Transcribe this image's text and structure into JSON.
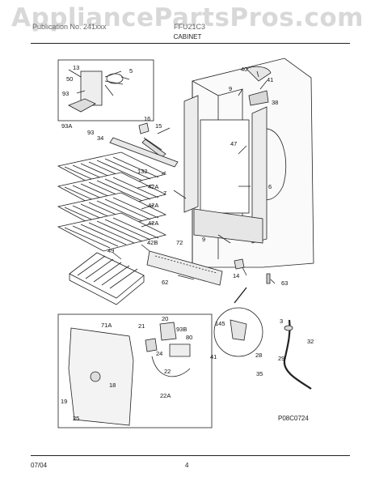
{
  "watermark": "AppliancePartsPros.com",
  "header": {
    "left": "Publication No. 241xxx",
    "right": "FFU21C3",
    "section_title": "CABINET"
  },
  "callouts": {
    "c13": "13",
    "c5": "5",
    "c50": "50",
    "c93": "93",
    "c93A": "93A",
    "c16": "16",
    "c15": "15",
    "c93b": "93",
    "c34": "34",
    "c40": "40",
    "c41a": "41",
    "c9a": "9",
    "c38": "38",
    "c47": "47",
    "c132": "132",
    "c42Aa": "42A",
    "c7": "7",
    "c42Ab": "42A",
    "c6": "6",
    "c42Ac": "42A",
    "c9b": "9",
    "c42B": "42B",
    "c72": "72",
    "c49": "49",
    "c62": "62",
    "c14": "14",
    "c63": "63",
    "c71A": "71A",
    "c21": "21",
    "c20": "20",
    "c93B": "93B",
    "c80": "80",
    "c24": "24",
    "c22": "22",
    "c18": "18",
    "c19": "19",
    "c22A": "22A",
    "c25": "25",
    "c145": "145",
    "c41b": "41",
    "c28": "28",
    "c3": "3",
    "c32": "32",
    "c29": "29",
    "c35": "35"
  },
  "figure_id": "P08C0724",
  "footer": {
    "date": "07/04",
    "page": "4"
  }
}
